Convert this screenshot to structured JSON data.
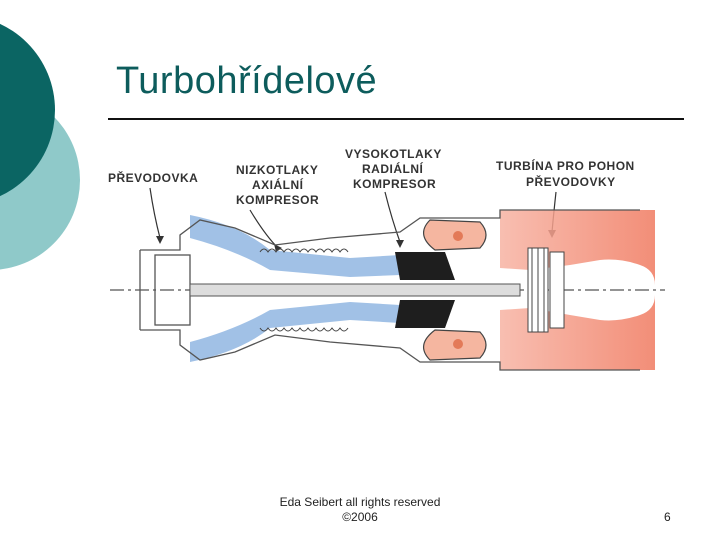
{
  "title": "Turbohřídelové",
  "figure": {
    "labels": {
      "gearbox": "PŘEVODOVKA",
      "lp_line1": "NIZKOTLAKY",
      "lp_line2": "AXIÁLNÍ",
      "lp_line3": "KOMPRESOR",
      "hp_line1": "VYSOKOTLAKY",
      "hp_line2": "RADIÁLNÍ",
      "hp_line3": "KOMPRESOR",
      "turb_line1": "TURBÍNA PRO POHON",
      "turb_line2": "PŘEVODOVKY"
    }
  },
  "footer": {
    "line1": "Eda Seibert all rights reserved",
    "line2": "©2006"
  },
  "page_number": "6",
  "colors": {
    "title": "#0d5c5c",
    "deco_dark": "#0b6563",
    "deco_light": "#8fc9c9",
    "cold_flow": "#8ab2e0",
    "hot_flow": "#f07a60"
  }
}
